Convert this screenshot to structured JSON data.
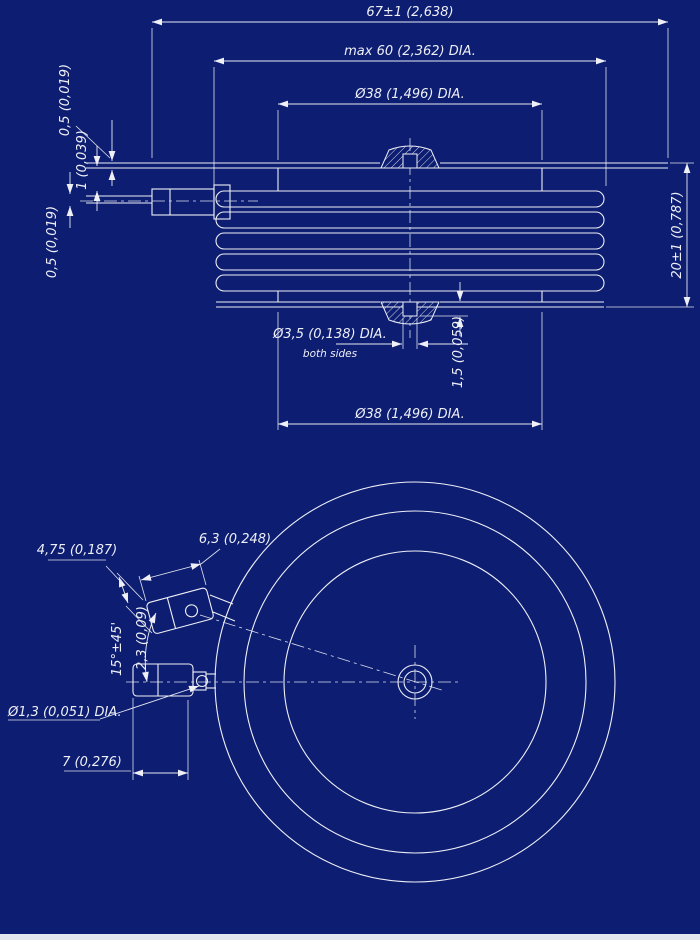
{
  "colors": {
    "background": "#0d1d72",
    "line": "#eef0f6"
  },
  "section_view": {
    "overall_width": "67±1 (2,638)",
    "max_diameter": "max 60 (2,362) DIA.",
    "pole_diameter_top": "Ø38 (1,496) DIA.",
    "height": "20±1 (0,787)",
    "center_hole": "Ø3,5 (0,138) DIA.",
    "center_hole_note": "both sides",
    "hole_depth": "1,5 (0,059)",
    "pole_diameter_bottom": "Ø38 (1,496) DIA.",
    "lead_thickness_top": "0,5 (0,019)",
    "lead_gap": "1 (0,039)",
    "lead_thickness_bottom": "0,5 (0,019)"
  },
  "plan_view": {
    "gate_tab_width": "4,75 (0,187)",
    "gate_tab_length": "6,3 (0,248)",
    "gate_tab_angle": "15°±45'",
    "gate_tab_offset": "2,3 (0,09)",
    "pin_diameter": "Ø1,3 (0,051) DIA.",
    "tab_span": "7 (0,276)"
  }
}
